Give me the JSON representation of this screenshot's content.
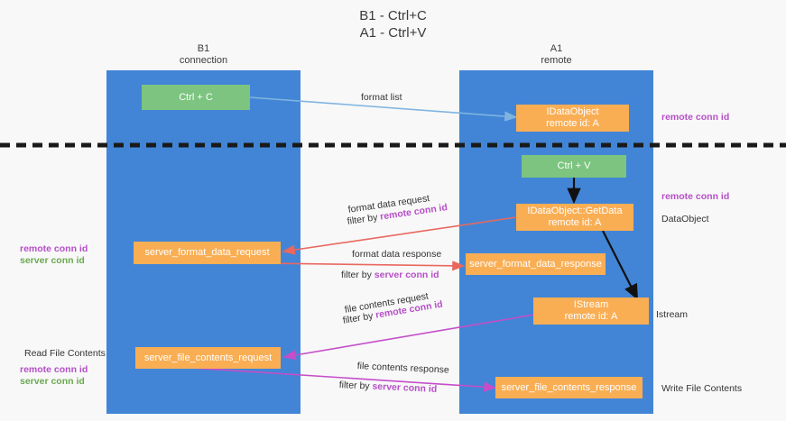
{
  "title": "B1 - Ctrl+C\nA1 - Ctrl+V",
  "lanes": [
    {
      "id": "b1",
      "title": "B1\nconnection"
    },
    {
      "id": "a1",
      "title": "A1\nremote"
    }
  ],
  "nodes": [
    {
      "id": "ctrl-c",
      "line1": "Ctrl + C",
      "line2": "",
      "color": "green"
    },
    {
      "id": "idataobject-top",
      "line1": "IDataObject",
      "line2": "remote id: A",
      "color": "orange"
    },
    {
      "id": "ctrl-v",
      "line1": "Ctrl + V",
      "line2": "",
      "color": "green"
    },
    {
      "id": "getdata",
      "line1": "IDataObject::GetData",
      "line2": "remote id: A",
      "color": "orange"
    },
    {
      "id": "server-format-data-request",
      "line1": "server_format_data_request",
      "line2": "",
      "color": "orange"
    },
    {
      "id": "server-format-data-response",
      "line1": "server_format_data_response",
      "line2": "",
      "color": "orange"
    },
    {
      "id": "istream",
      "line1": "IStream",
      "line2": "remote id: A",
      "color": "orange"
    },
    {
      "id": "server-file-contents-request",
      "line1": "server_file_contents_request",
      "line2": "",
      "color": "orange"
    },
    {
      "id": "server-file-contents-response",
      "line1": "server_file_contents_response",
      "line2": "",
      "color": "orange"
    }
  ],
  "edge_labels": {
    "format_list": "format list",
    "format_data_request": "format data request",
    "format_data_request_filter_prefix": "filter by ",
    "format_data_request_filter_key": "remote conn id",
    "format_data_response": "format data response",
    "format_data_response_filter_prefix": "filter by ",
    "format_data_response_filter_key": "server conn id",
    "file_contents_request": "file contents request",
    "file_contents_request_filter_prefix": "filter by ",
    "file_contents_request_filter_key": "remote conn id",
    "file_contents_response": "file contents response",
    "file_contents_response_filter_prefix": "filter by ",
    "file_contents_response_filter_key": "server conn id"
  },
  "side_labels": {
    "right_remote_conn_id_top": "remote conn id",
    "right_remote_conn_id_mid": "remote conn id",
    "right_dataobject": "DataObject",
    "right_istream": "Istream",
    "right_write_file_contents": "Write File Contents",
    "left_remote_conn_id": "remote conn id",
    "left_server_conn_id": "server conn id",
    "left_read_file_contents": "Read File Contents",
    "left_remote_conn_id_2": "remote conn id",
    "left_server_conn_id_2": "server conn id"
  },
  "colors": {
    "lane": "#4285d6",
    "green_node": "#7cc47f",
    "orange_node": "#f9ae54",
    "purple": "#b64fc8",
    "green_text": "#6aa84f",
    "red_arrow": "#e8685f",
    "magenta_arrow": "#c54ec9",
    "blue_arrow": "#7fb4e0",
    "black_arrow": "#111111",
    "dashed_line": "#1a1a1a",
    "background": "#f8f8f8"
  }
}
